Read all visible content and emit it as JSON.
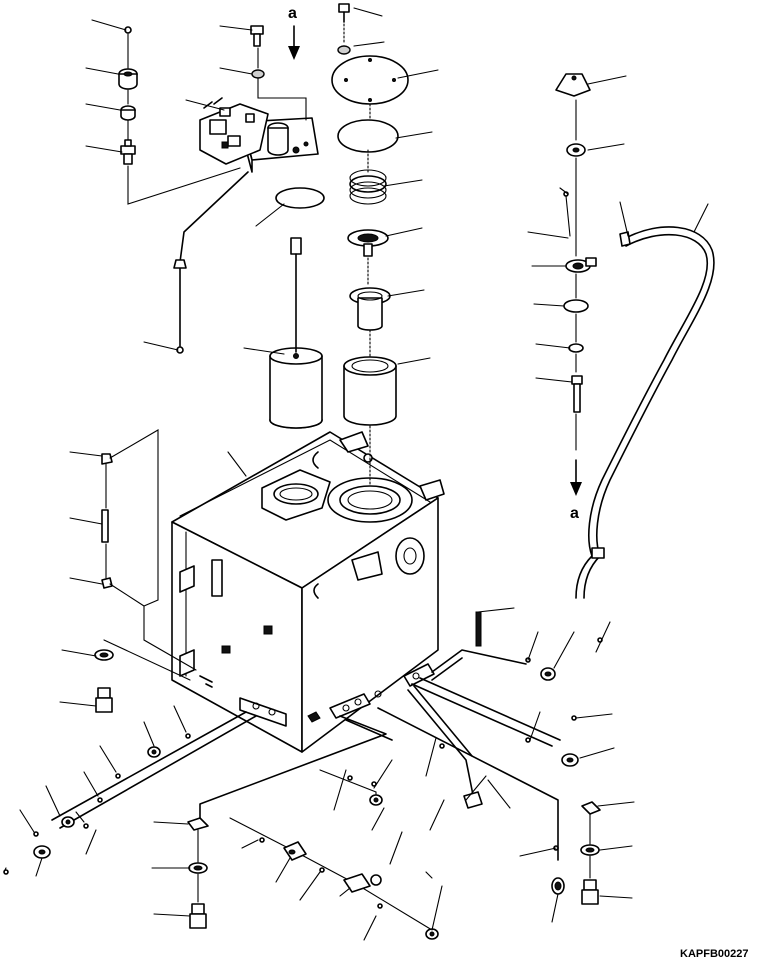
{
  "drawing": {
    "code": "KAPFB00227",
    "view_marker_top": "a",
    "view_marker_bottom": "a"
  }
}
